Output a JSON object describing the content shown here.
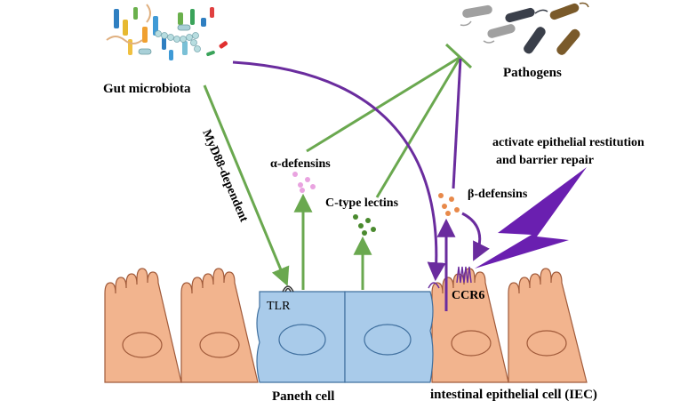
{
  "labels": {
    "gut_microbiota": "Gut microbiota",
    "myd88": "MyD88-dependent",
    "alpha_defensins": "α-defensins",
    "c_type_lectins": "C-type lectins",
    "beta_defensins": "β-defensins",
    "pathogens": "Pathogens",
    "restitution_line1": "activate epithelial restitution",
    "restitution_line2": "and barrier repair",
    "tlr": "TLR",
    "ccr6": "CCR6",
    "paneth_cell": "Paneth cell",
    "iec": "intestinal epithelial cell (IEC)"
  },
  "colors": {
    "green_arrow": "#6aa84f",
    "purple_arrow": "#6a2c9e",
    "epithelial_fill": "#f2b48e",
    "epithelial_stroke": "#a05a3a",
    "paneth_fill": "#a9cbea",
    "paneth_stroke": "#3f6f9e",
    "alpha_dots": "#e9a3e0",
    "lectin_dots": "#4a8a2e",
    "beta_dots": "#e8894a",
    "lightning": "#6a1fb0"
  }
}
